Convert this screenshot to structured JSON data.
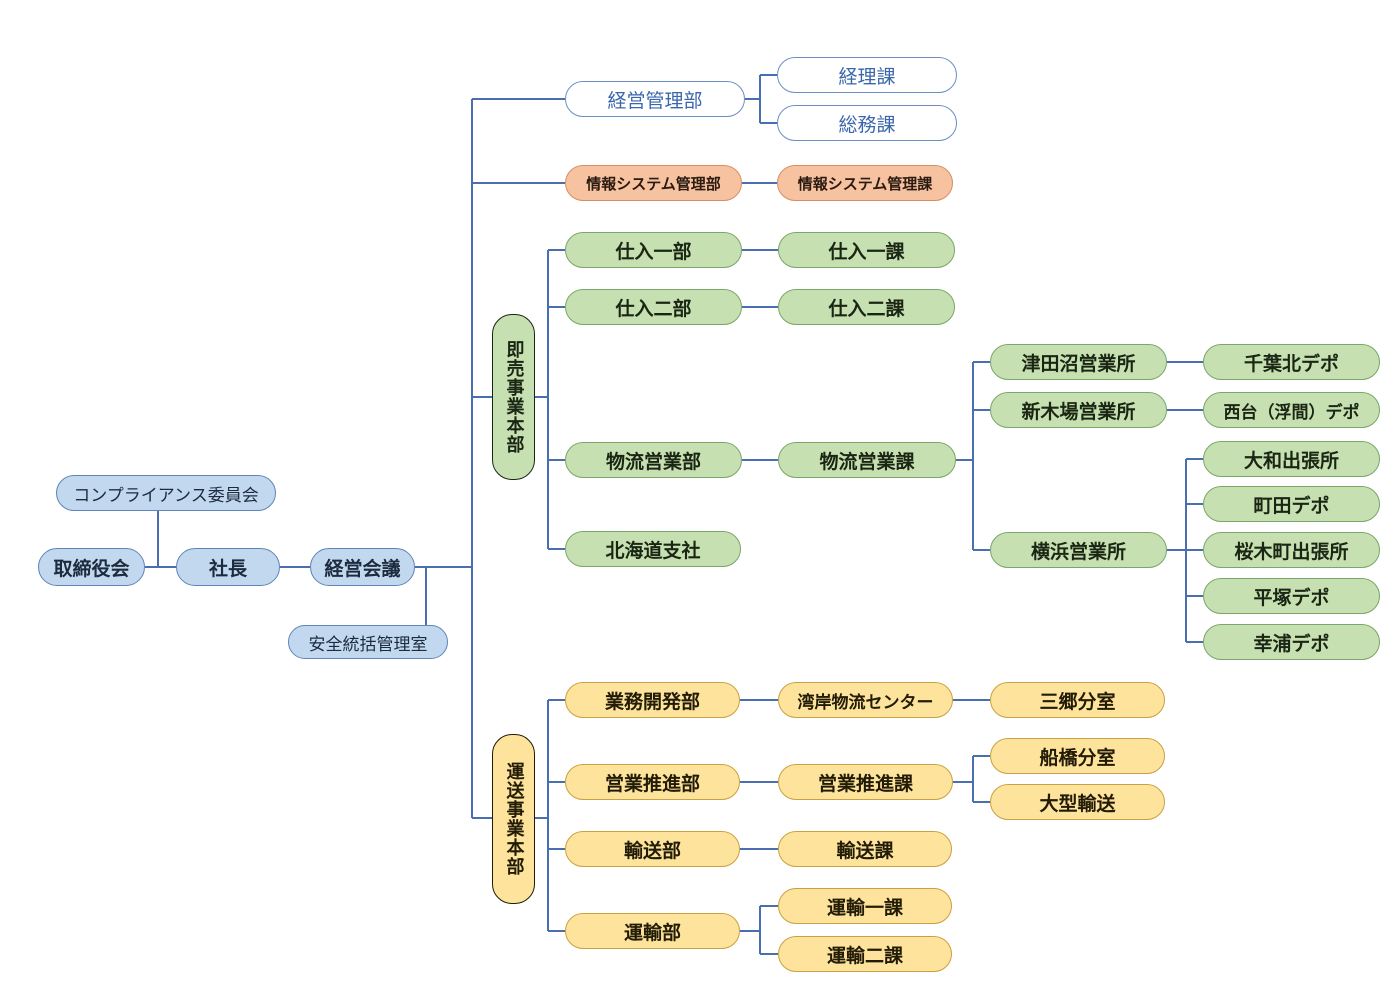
{
  "colors": {
    "blue": "#c2d8ef",
    "white": "#ffffff",
    "peach": "#f6c2a0",
    "green": "#c6e0b2",
    "yellow": "#fde39b",
    "line": "#4a6fb0"
  },
  "nodes": {
    "compliance": "コンプライアンス委員会",
    "board": "取締役会",
    "president": "社長",
    "management_meeting": "経営会議",
    "safety_office": "安全統括管理室",
    "mgmt_admin_dept": "経営管理部",
    "accounting_section": "経理課",
    "general_affairs_section": "総務課",
    "info_system_dept": "情報システム管理部",
    "info_system_section": "情報システム管理課",
    "sokubai_hq": "即売事業本部",
    "purchase1_dept": "仕入一部",
    "purchase1_section": "仕入一課",
    "purchase2_dept": "仕入二部",
    "purchase2_section": "仕入二課",
    "logistics_sales_dept": "物流営業部",
    "logistics_sales_section": "物流営業課",
    "hokkaido_branch": "北海道支社",
    "tsudanuma_office": "津田沼営業所",
    "chiba_kita_depot": "千葉北デポ",
    "shinkiba_office": "新木場営業所",
    "nishidai_depot": "西台（浮間）デポ",
    "yokohama_office": "横浜営業所",
    "yamato_branch": "大和出張所",
    "machida_depot": "町田デポ",
    "sakuragicho_branch": "桜木町出張所",
    "hiratsuka_depot": "平塚デポ",
    "sachiura_depot": "幸浦デポ",
    "transport_hq": "運送事業本部",
    "business_dev_dept": "業務開発部",
    "bayside_center": "湾岸物流センター",
    "misato_office": "三郷分室",
    "sales_promo_dept": "営業推進部",
    "sales_promo_section": "営業推進課",
    "funabashi_office": "船橋分室",
    "large_transport": "大型輸送",
    "transport_dept": "輸送部",
    "transport_section": "輸送課",
    "unyu_dept": "運輸部",
    "unyu1_section": "運輸一課",
    "unyu2_section": "運輸二課"
  }
}
